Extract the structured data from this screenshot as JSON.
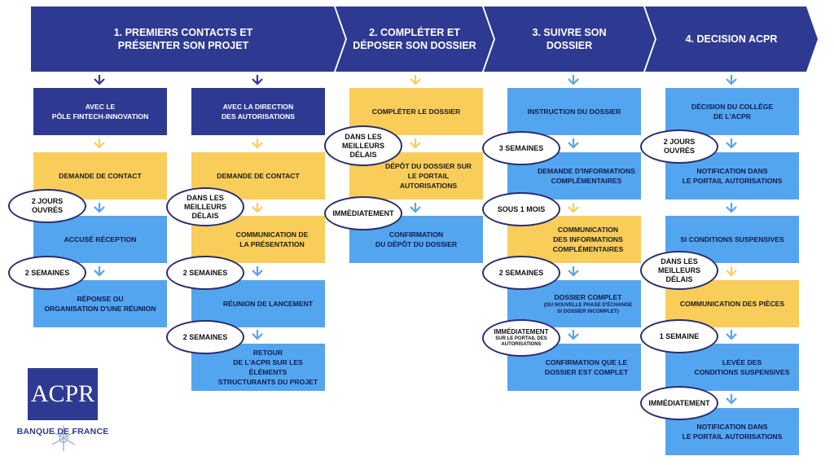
{
  "colors": {
    "navy": "#2e3a92",
    "light_blue": "#54a5f0",
    "yellow": "#f9cd59",
    "white": "#ffffff"
  },
  "headers": [
    "1. PREMIERS CONTACTS ET\nPRÉSENTER SON PROJET",
    "2. COMPLÉTER ET\nDÉPOSER SON DOSSIER",
    "3. SUIVRE SON\nDOSSIER",
    "4. DECISION ACPR"
  ],
  "col1a": {
    "b1": "AVEC LE\nPÔLE FINTECH-INNOVATION",
    "b2": "DEMANDE DE CONTACT",
    "o1": "2 JOURS\nOUVRÉS",
    "b3": "ACCUSÉ RÉCEPTION",
    "o2": "2 SEMAINES",
    "b4": "RÉPONSE OU\nORGANISATION D'UNE RÉUNION"
  },
  "col1b": {
    "b1": "AVEC LA DIRECTION\nDES AUTORISATIONS",
    "b2": "DEMANDE DE CONTACT",
    "o1": "DANS LES\nMEILLEURS\nDÉLAIS",
    "b3": "COMMUNICATION DE\nLA PRÉSENTATION",
    "o2": "2 SEMAINES",
    "b4": "RÉUNION DE LANCEMENT",
    "o3": "2 SEMAINES",
    "b5": "RETOUR\nDE L'ACPR SUR LES ÉLÉMENTS\nSTRUCTURANTS DU PROJET"
  },
  "col2": {
    "b1": "COMPLÉTER LE DOSSIER",
    "o1": "DANS LES\nMEILLEURS\nDÉLAIS",
    "b2": "DÉPÔT DU DOSSIER SUR\nLE PORTAIL AUTORISATIONS",
    "o2": "IMMÉDIATEMENT",
    "b3": "CONFIRMATION\nDU DÉPÔT DU DOSSIER"
  },
  "col3": {
    "b1": "INSTRUCTION DU DOSSIER",
    "o1": "3 SEMAINES",
    "b2": "DEMANDE D'INFORMATIONS\nCOMPLÉMENTAIRES",
    "o2": "SOUS 1 MOIS",
    "b3": "COMMUNICATION\nDES INFORMATIONS\nCOMPLÉMENTAIRES",
    "o3": "2 SEMAINES",
    "b4": "DOSSIER COMPLET",
    "b4_sub": "(OU NOUVELLE PHASE D'ÉCHANGE\nSI DOSSIER INCOMPLET)",
    "o4": "IMMÉDIATEMENT",
    "o4_sub": "SUR LE PORTAIL DES\nAUTORISATIONS",
    "b5": "CONFIRMATION QUE LE\nDOSSIER EST COMPLET"
  },
  "col4": {
    "b1": "DÉCISION DU COLLÈGE\nDE L'ACPR",
    "o1": "2 JOURS\nOUVRÉS",
    "b2": "NOTIFICATION DANS\nLE PORTAIL AUTORISATIONS",
    "b3": "SI CONDITIONS SUSPENSIVES",
    "o2": "DANS LES\nMEILLEURS\nDÉLAIS",
    "b4": "COMMUNICATION DES PIÈCES",
    "o3": "1 SEMAINE",
    "b5": "LEVÉE DES\nCONDITIONS SUSPENSIVES",
    "o4": "IMMÉDIATEMENT",
    "b6": "NOTIFICATION DANS\nLE PORTAIL AUTORISATIONS"
  },
  "logo": {
    "text": "ACPR",
    "subtitle": "BANQUE DE FRANCE"
  }
}
